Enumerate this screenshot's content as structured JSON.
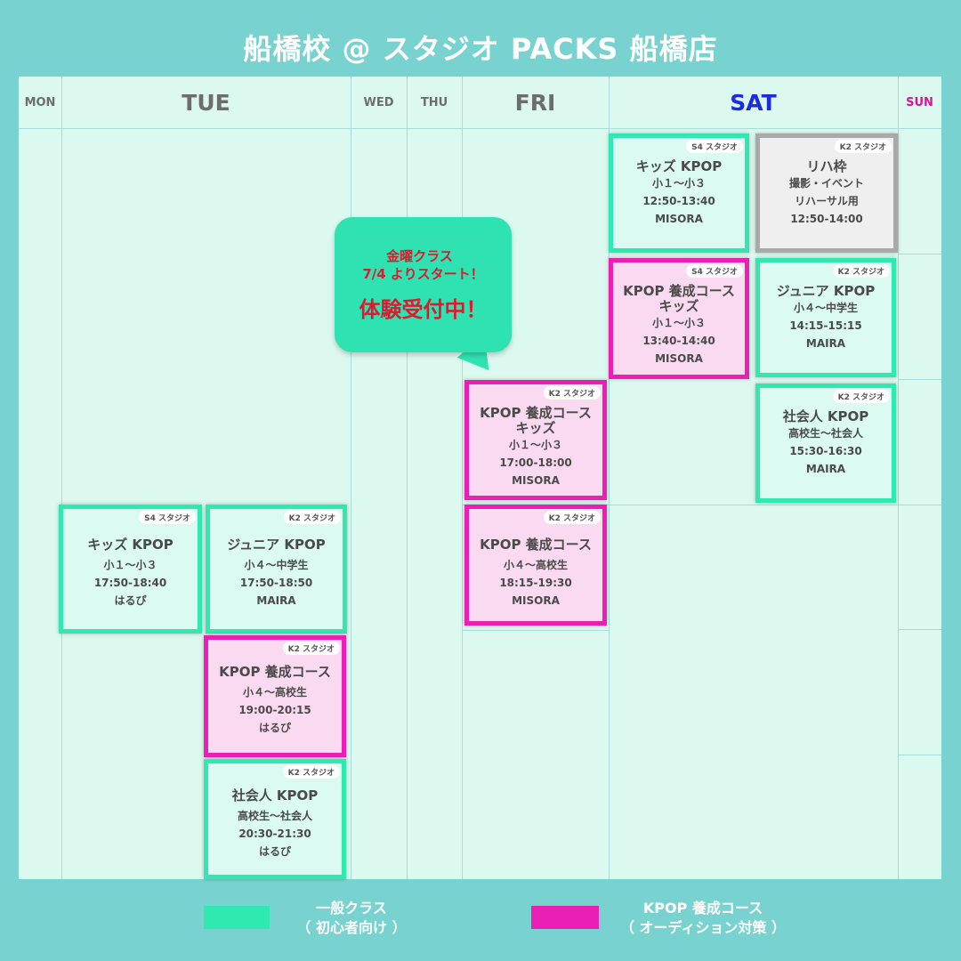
{
  "title": "船橋校 @ スタジオ PACKS 船橋店",
  "days": {
    "mon": "MON",
    "tue": "TUE",
    "wed": "WED",
    "thu": "THU",
    "fri": "FRI",
    "sat": "SAT",
    "sun": "SUN"
  },
  "bubble": {
    "line1": "金曜クラス",
    "line2": "7/4 よりスタート！",
    "line3": "体験受付中！"
  },
  "legend": {
    "general": {
      "line1": "一般クラス",
      "line2": "（ 初心者向け ）",
      "color": "#2fe9b0"
    },
    "kpop": {
      "line1": "KPOP 養成コース",
      "line2": "（ オーディション対策 ）",
      "color": "#ec1fb4"
    }
  },
  "cards": {
    "sat_kids": {
      "tag": "S4 スタジオ",
      "name": "キッズ KPOP",
      "grade": "小１〜小３",
      "time": "12:50-13:40",
      "teacher": "MISORA"
    },
    "sat_reha": {
      "tag": "K2 スタジオ",
      "name": "リハ枠",
      "grade": "撮影・イベント",
      "line2": "リハーサル用",
      "time": "12:50-14:00"
    },
    "sat_kpop_kids": {
      "tag": "S4 スタジオ",
      "name": "KPOP 養成コース",
      "name2": "キッズ",
      "grade": "小１〜小３",
      "time": "13:40-14:40",
      "teacher": "MISORA"
    },
    "sat_junior": {
      "tag": "K2 スタジオ",
      "name": "ジュニア KPOP",
      "grade": "小４〜中学生",
      "time": "14:15-15:15",
      "teacher": "MAIRA"
    },
    "sat_adult": {
      "tag": "K2 スタジオ",
      "name": "社会人 KPOP",
      "grade": "高校生〜社会人",
      "time": "15:30-16:30",
      "teacher": "MAIRA"
    },
    "fri_kpop_kids": {
      "tag": "K2 スタジオ",
      "name": "KPOP 養成コース",
      "name2": "キッズ",
      "grade": "小１〜小３",
      "time": "17:00-18:00",
      "teacher": "MISORA"
    },
    "fri_kpop": {
      "tag": "K2 スタジオ",
      "name": "KPOP 養成コース",
      "grade": "小４〜高校生",
      "time": "18:15-19:30",
      "teacher": "MISORA"
    },
    "tue_kids": {
      "tag": "S4 スタジオ",
      "name": "キッズ KPOP",
      "grade": "小１〜小３",
      "time": "17:50-18:40",
      "teacher": "はるぴ"
    },
    "tue_junior": {
      "tag": "K2 スタジオ",
      "name": "ジュニア KPOP",
      "grade": "小４〜中学生",
      "time": "17:50-18:50",
      "teacher": "MAIRA"
    },
    "tue_kpop": {
      "tag": "K2 スタジオ",
      "name": "KPOP 養成コース",
      "grade": "小４〜高校生",
      "time": "19:00-20:15",
      "teacher": "はるぴ"
    },
    "tue_adult": {
      "tag": "K2 スタジオ",
      "name": "社会人 KPOP",
      "grade": "高校生〜社会人",
      "time": "20:30-21:30",
      "teacher": "はるぴ"
    }
  }
}
